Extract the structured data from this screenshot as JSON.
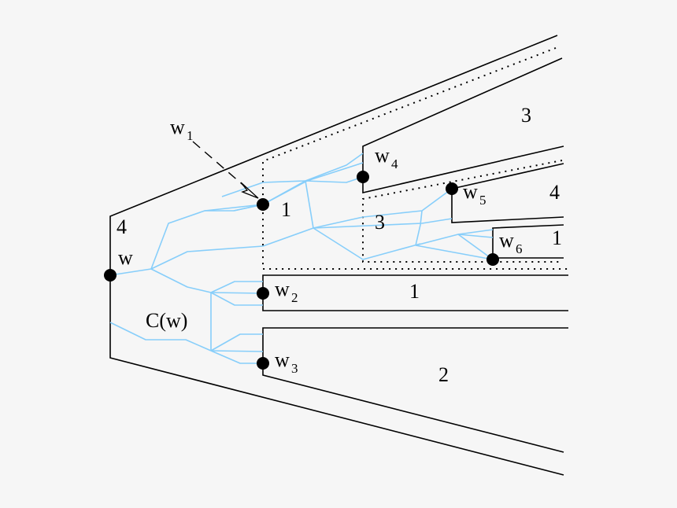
{
  "figure": {
    "description": "Region decomposition with tree C(w) rooted at w",
    "colors": {
      "background": "#f6f6f6",
      "outline": "#000000",
      "tree": "#87cefa"
    }
  },
  "labels": {
    "w": {
      "base": "w",
      "sub": ""
    },
    "w1": {
      "base": "w",
      "sub": "1"
    },
    "w2": {
      "base": "w",
      "sub": "2"
    },
    "w3": {
      "base": "w",
      "sub": "3"
    },
    "w4": {
      "base": "w",
      "sub": "4"
    },
    "w5": {
      "base": "w",
      "sub": "5"
    },
    "w6": {
      "base": "w",
      "sub": "6"
    },
    "cw": "C(w)"
  },
  "region_numbers": {
    "outer_left": "4",
    "inner_w1": "1",
    "upper_right": "3",
    "inner_w4": "3",
    "w5_region": "4",
    "w6_region": "1",
    "w2_channel": "1",
    "w3_channel": "2"
  }
}
